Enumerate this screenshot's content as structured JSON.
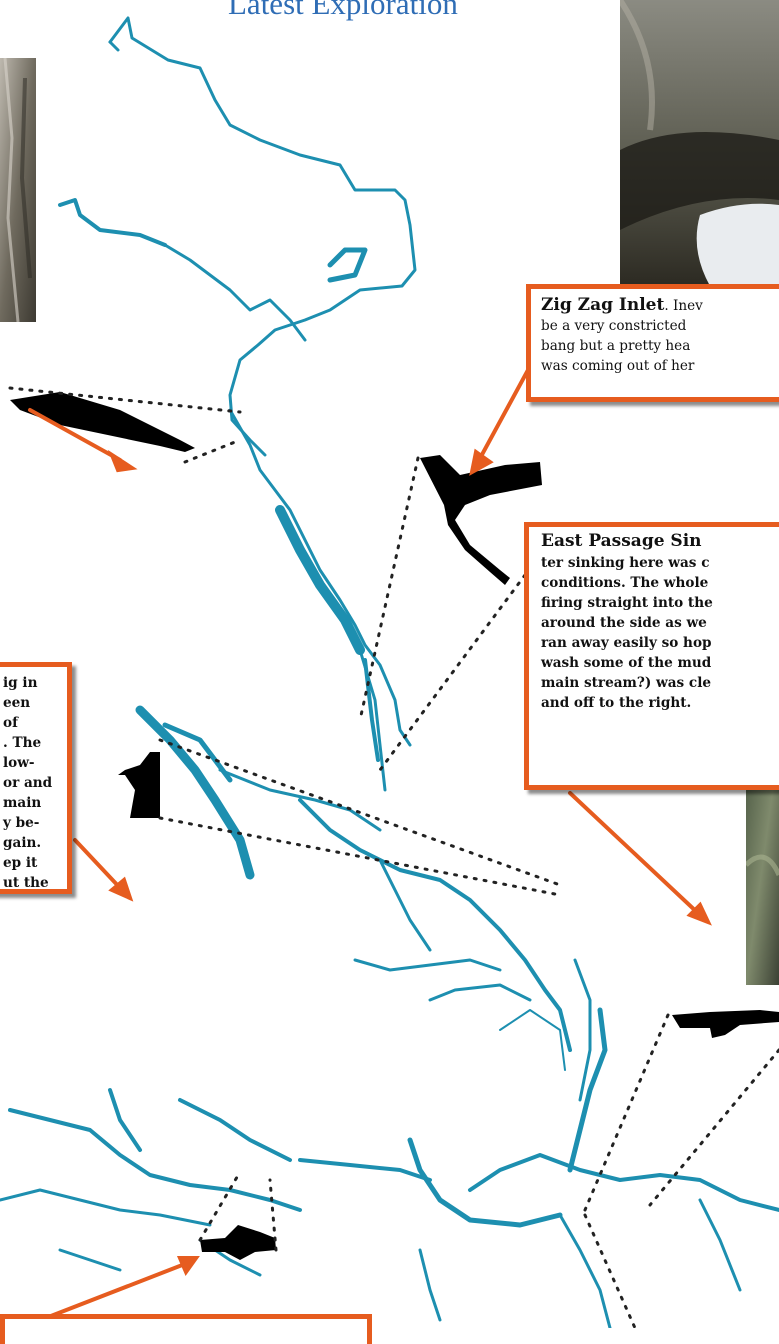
{
  "page": {
    "title": "Latest Exploration"
  },
  "callouts": {
    "zig_zag": {
      "heading": "Zig Zag Inlet",
      "lead": ". Inev",
      "lines": [
        "be a very constricted",
        "bang but a pretty hea",
        "was coming out of her"
      ]
    },
    "east_passage": {
      "heading": "East Passage Sin",
      "lines": [
        "ter sinking here was c",
        "conditions. The whole",
        "firing straight into the",
        "around the side as we",
        "ran away easily so hop",
        "wash some of the mud",
        "main stream?) was cle",
        "and off to the right."
      ]
    },
    "left_dig": {
      "lines": [
        "ig in",
        "een",
        "of",
        ". The",
        "low-",
        "or and",
        "main",
        "y be-",
        "gain.",
        "ep it",
        "ut the"
      ]
    }
  },
  "colors": {
    "passage": "#1d8fb0",
    "callout_border": "#e65c1f",
    "title": "#2f6db5",
    "survey_detail": "#000000"
  }
}
